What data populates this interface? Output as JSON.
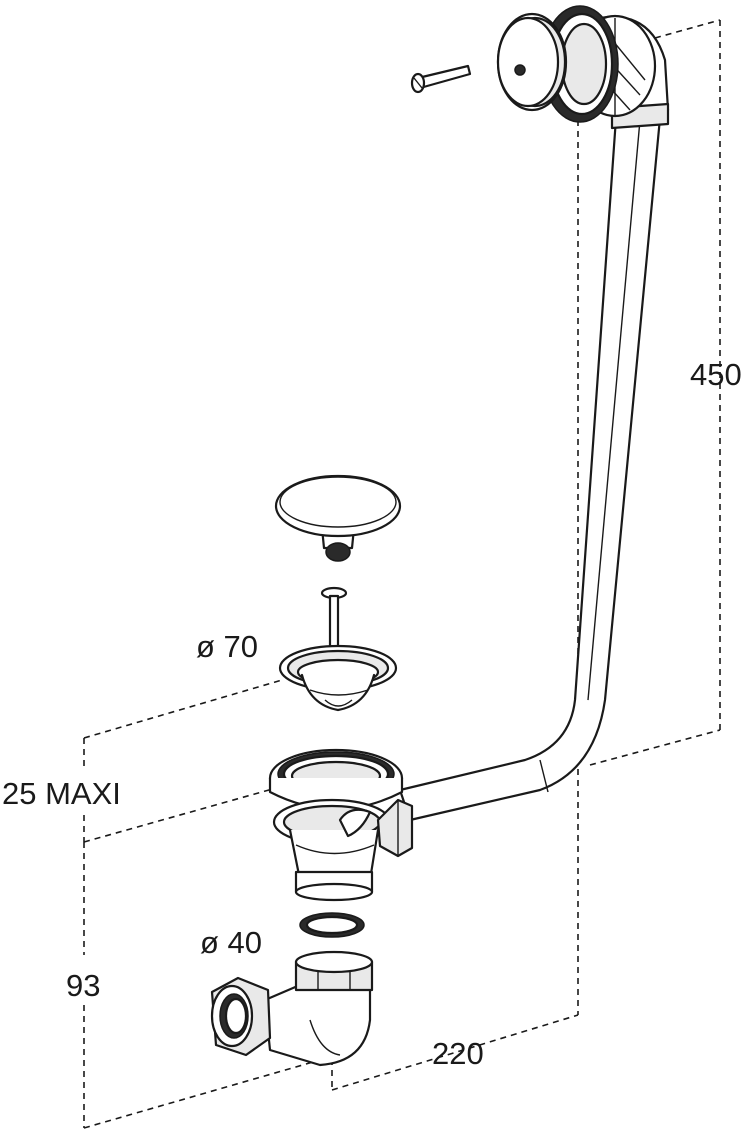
{
  "dimensions": {
    "overflow_height": "450",
    "waste_diameter": "ø 70",
    "bath_thickness": "25 MAXI",
    "outlet_diameter": "ø 40",
    "trap_height": "93",
    "horizontal_offset": "220"
  },
  "colors": {
    "line": "#1a1a1a",
    "fill_light": "#e9e9e9",
    "background": "#ffffff"
  }
}
